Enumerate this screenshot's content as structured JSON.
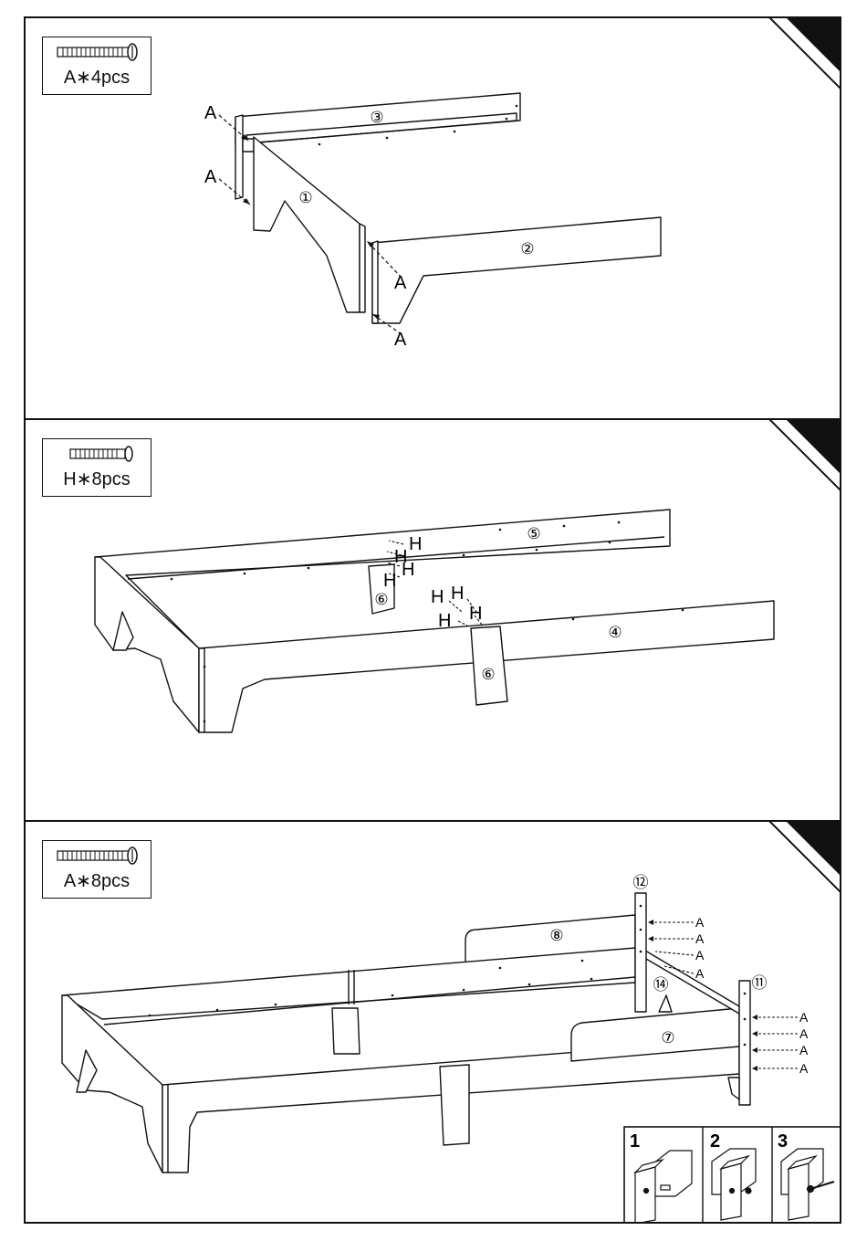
{
  "steps": [
    {
      "hardware": {
        "label": "A∗4pcs",
        "icon": "bolt-icon"
      },
      "parts": [
        "③",
        "①",
        "②"
      ],
      "callouts": [
        "A",
        "A",
        "A",
        "A"
      ]
    },
    {
      "hardware": {
        "label": "H∗8pcs",
        "icon": "bolt-icon"
      },
      "parts": [
        "⑤",
        "⑥",
        "④",
        "⑥"
      ],
      "callouts": [
        "H",
        "H",
        "H",
        "H",
        "H",
        "H",
        "H",
        "H"
      ]
    },
    {
      "hardware": {
        "label": "A∗8pcs",
        "icon": "bolt-icon"
      },
      "parts": [
        "⑫",
        "⑧",
        "⑭",
        "⑪",
        "⑦"
      ],
      "callouts": [
        "A",
        "A",
        "A",
        "A",
        "A",
        "A",
        "A",
        "A"
      ],
      "inset": {
        "step_numbers": [
          "1",
          "2",
          "3"
        ]
      }
    }
  ]
}
